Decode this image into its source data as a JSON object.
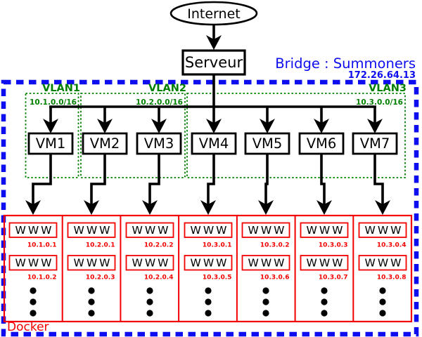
{
  "colors": {
    "blue": "#0d0df0",
    "green": "#008000",
    "red": "#f40000",
    "black": "#000000"
  },
  "internet": {
    "label": "Internet"
  },
  "server": {
    "label": "Serveur"
  },
  "bridge": {
    "title": "Bridge : Summoners",
    "ip": "172.26.64.13"
  },
  "vlans": [
    {
      "name": "VLAN1",
      "subnet": "10.1.0.0/16"
    },
    {
      "name": "VLAN2",
      "subnet": "10.2.0.0/16"
    },
    {
      "name": "VLAN3",
      "subnet": "10.3.0.0/16"
    }
  ],
  "vms": [
    {
      "label": "VM1"
    },
    {
      "label": "VM2"
    },
    {
      "label": "VM3"
    },
    {
      "label": "VM4"
    },
    {
      "label": "VM5"
    },
    {
      "label": "VM6"
    },
    {
      "label": "VM7"
    }
  ],
  "docker": {
    "label": "Docker",
    "columns": [
      {
        "containers": [
          {
            "label": "WWW",
            "ip": "10.1.0.1"
          },
          {
            "label": "WWW",
            "ip": "10.1.0.2"
          }
        ]
      },
      {
        "containers": [
          {
            "label": "WWW",
            "ip": "10.2.0.1"
          },
          {
            "label": "WWW",
            "ip": "10.2.0.3"
          }
        ]
      },
      {
        "containers": [
          {
            "label": "WWW",
            "ip": "10.2.0.2"
          },
          {
            "label": "WWW",
            "ip": "10.2.0.4"
          }
        ]
      },
      {
        "containers": [
          {
            "label": "WWW",
            "ip": "10.3.0.1"
          },
          {
            "label": "WWW",
            "ip": "10.3.0.5"
          }
        ]
      },
      {
        "containers": [
          {
            "label": "WWW",
            "ip": "10.3.0.2"
          },
          {
            "label": "WWW",
            "ip": "10.3.0.6"
          }
        ]
      },
      {
        "containers": [
          {
            "label": "WWW",
            "ip": "10.3.0.3"
          },
          {
            "label": "WWW",
            "ip": "10.3.0.7"
          }
        ]
      },
      {
        "containers": [
          {
            "label": "WWW",
            "ip": "10.3.0.4"
          },
          {
            "label": "WWW",
            "ip": "10.3.0.8"
          }
        ]
      }
    ]
  }
}
